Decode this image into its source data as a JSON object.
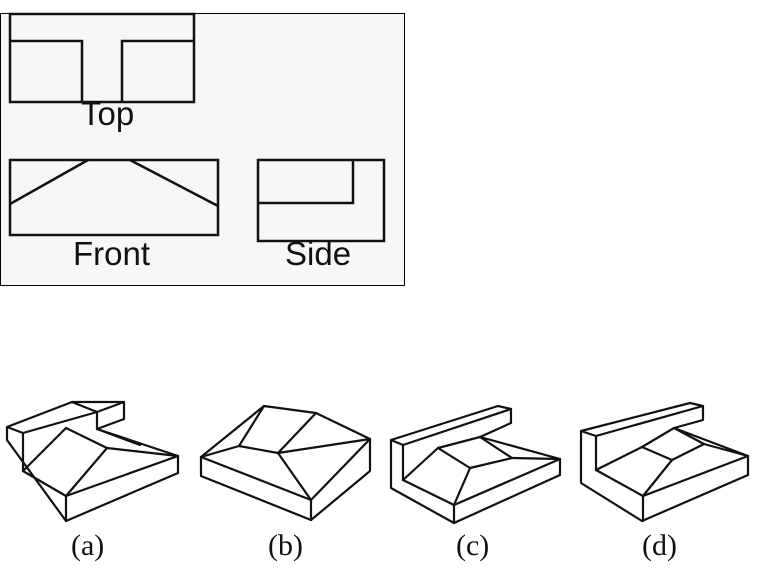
{
  "views": {
    "top_label": "Top",
    "front_label": "Front",
    "side_label": "Side"
  },
  "options": {
    "a_label": "(a)",
    "b_label": "(b)",
    "c_label": "(c)",
    "d_label": "(d)"
  }
}
